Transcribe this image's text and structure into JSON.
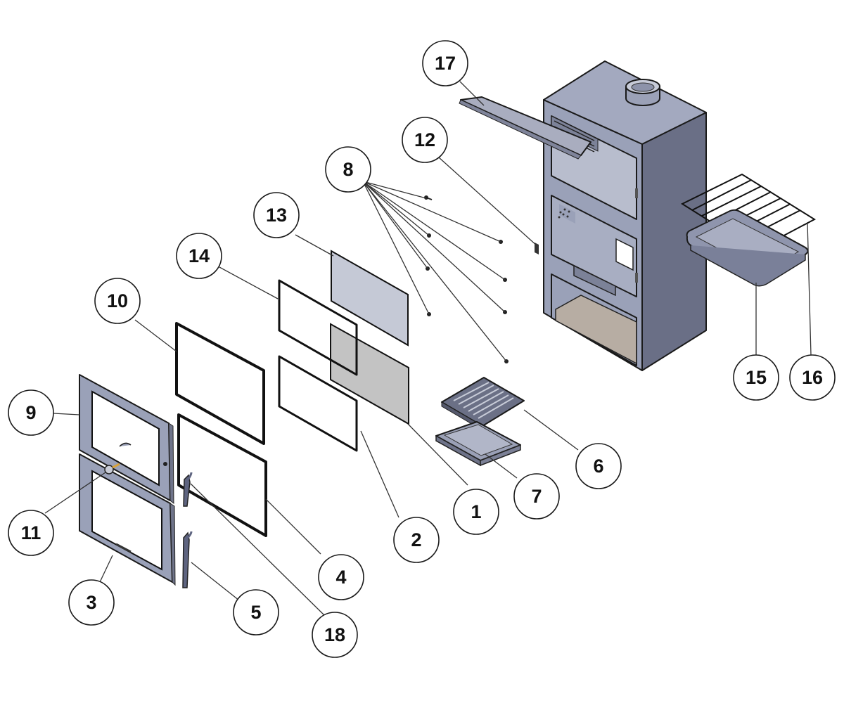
{
  "diagram": {
    "type": "exploded parts diagram",
    "subject": "wood-burning cooking stove with oven",
    "colors": {
      "steel_front": "#9aa1b8",
      "steel_top": "#a3a9bf",
      "steel_side": "#6a6f86",
      "firebrick": "#b7ada3",
      "glass_upper": "#c5c9d6",
      "glass_lower": "#c3c3c3",
      "outline": "#1a1a1a"
    },
    "callouts": [
      {
        "id": "1",
        "label": "1",
        "part": "lower door glass"
      },
      {
        "id": "2",
        "label": "2",
        "part": "lower glass gasket"
      },
      {
        "id": "3",
        "label": "3",
        "part": "lower door (firebox)"
      },
      {
        "id": "4",
        "label": "4",
        "part": "lower door gasket"
      },
      {
        "id": "5",
        "label": "5",
        "part": "lower door hinge"
      },
      {
        "id": "6",
        "label": "6",
        "part": "grate"
      },
      {
        "id": "7",
        "label": "7",
        "part": "ash pan"
      },
      {
        "id": "8",
        "label": "8",
        "part": "screws"
      },
      {
        "id": "9",
        "label": "9",
        "part": "upper door (oven)"
      },
      {
        "id": "10",
        "label": "10",
        "part": "upper door gasket"
      },
      {
        "id": "11",
        "label": "11",
        "part": "door handle / latch"
      },
      {
        "id": "12",
        "label": "12",
        "part": "latch catch"
      },
      {
        "id": "13",
        "label": "13",
        "part": "upper door glass"
      },
      {
        "id": "14",
        "label": "14",
        "part": "upper glass gasket"
      },
      {
        "id": "15",
        "label": "15",
        "part": "oven tray"
      },
      {
        "id": "16",
        "label": "16",
        "part": "oven rack"
      },
      {
        "id": "17",
        "label": "17",
        "part": "baffle / deflector plate"
      },
      {
        "id": "18",
        "label": "18",
        "part": "upper door hinge"
      }
    ]
  }
}
